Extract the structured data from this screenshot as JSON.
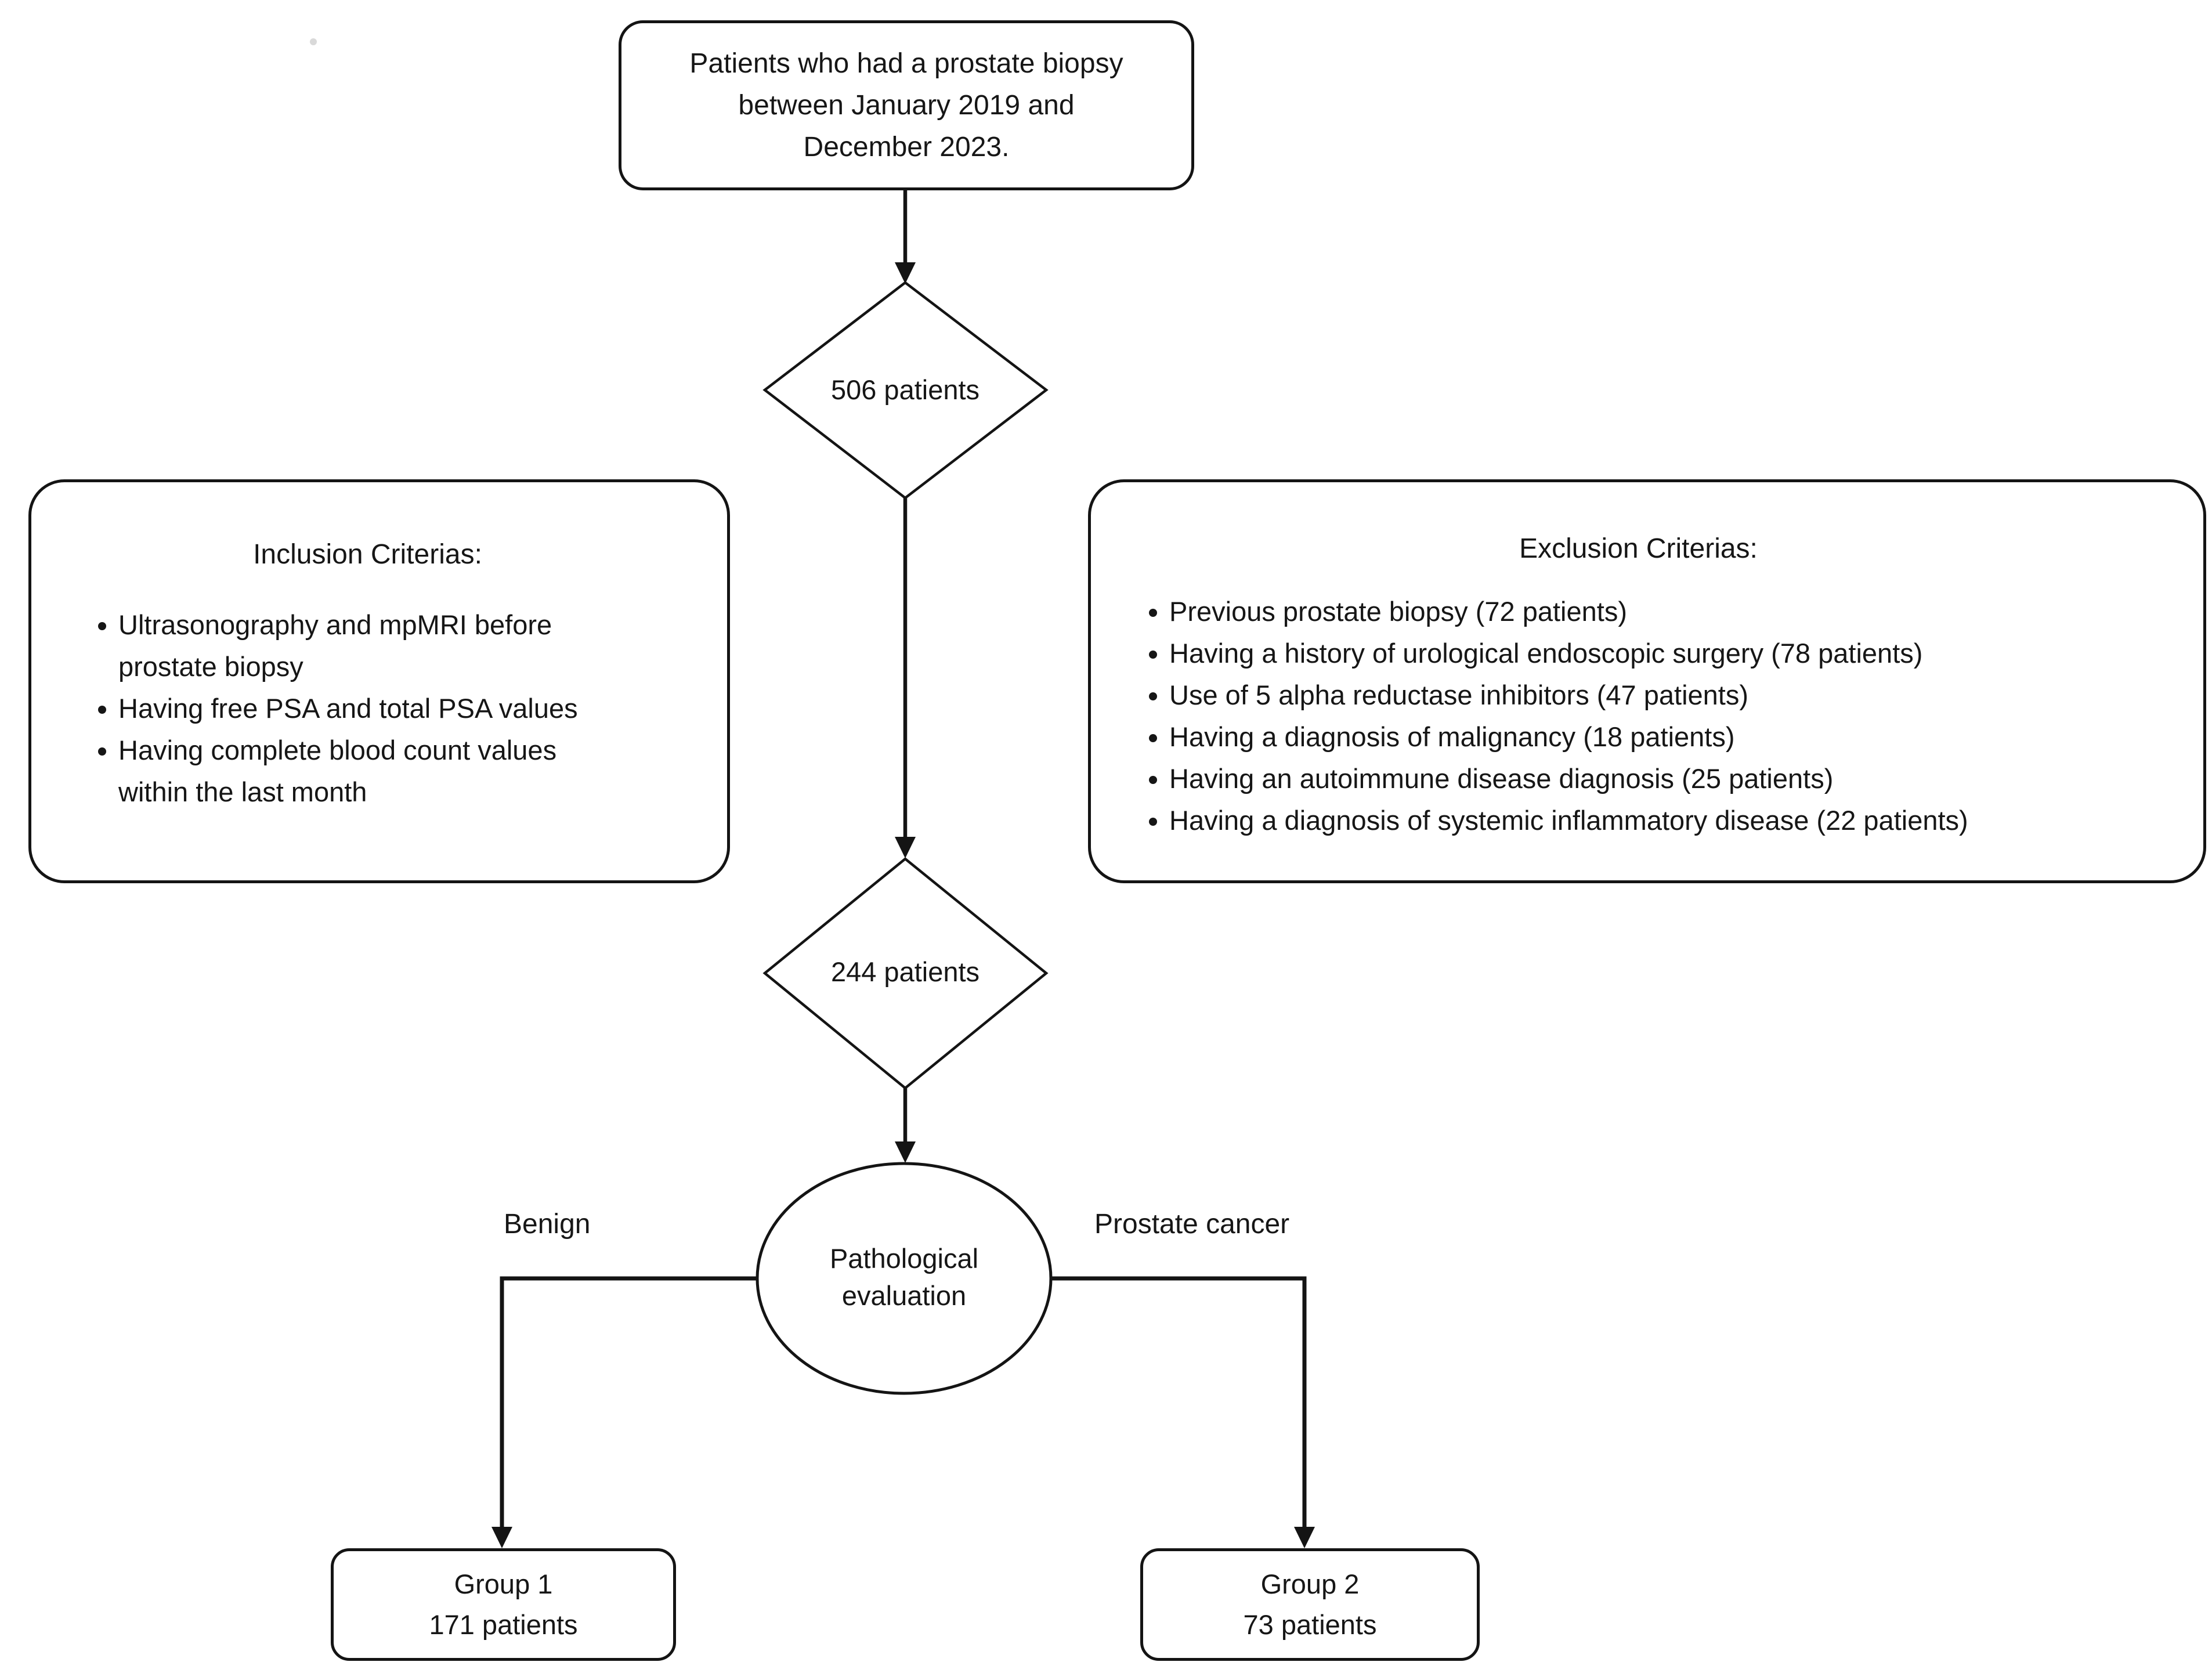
{
  "flowchart": {
    "start_lines": [
      "Patients who had a prostate biopsy",
      "between January 2019 and",
      "December 2023."
    ],
    "cohort_506": "506 patients",
    "inclusion": {
      "title": "Inclusion Criterias:",
      "items": [
        "Ultrasonography and mpMRI before prostate biopsy",
        "Having free PSA and total PSA values",
        "Having complete blood count values within the last month"
      ]
    },
    "exclusion": {
      "title": "Exclusion Criterias:",
      "items": [
        "Previous prostate biopsy (72 patients)",
        "Having a history of urological endoscopic surgery (78 patients)",
        "Use of 5 alpha reductase inhibitors (47 patients)",
        "Having a diagnosis of malignancy (18 patients)",
        "Having an autoimmune disease diagnosis (25 patients)",
        "Having a diagnosis of systemic inflammatory disease (22 patients)"
      ]
    },
    "cohort_244": "244 patients",
    "evaluation": "Pathological evaluation",
    "branch_left": "Benign",
    "branch_right": "Prostate cancer",
    "group1": {
      "name": "Group 1",
      "count": "171 patients"
    },
    "group2": {
      "name": "Group 2",
      "count": "73 patients"
    },
    "colors": {
      "stroke": "#141414",
      "background": "#ffffff"
    }
  }
}
